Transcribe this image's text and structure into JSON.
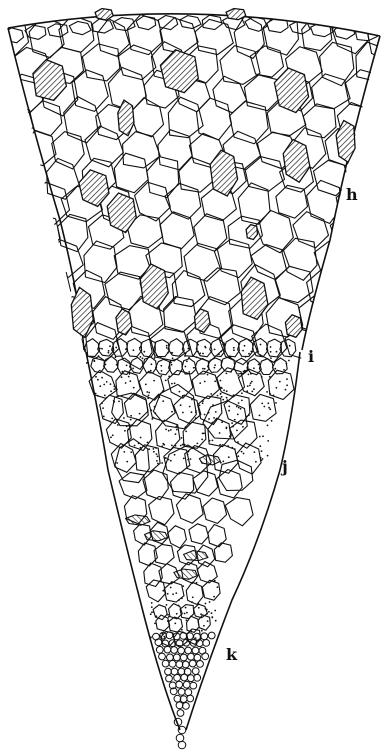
{
  "labels": {
    "h": "h",
    "i": "i",
    "j": "j",
    "k": "k"
  },
  "colors": {
    "ink": "#111111",
    "paper": "#ffffff"
  }
}
